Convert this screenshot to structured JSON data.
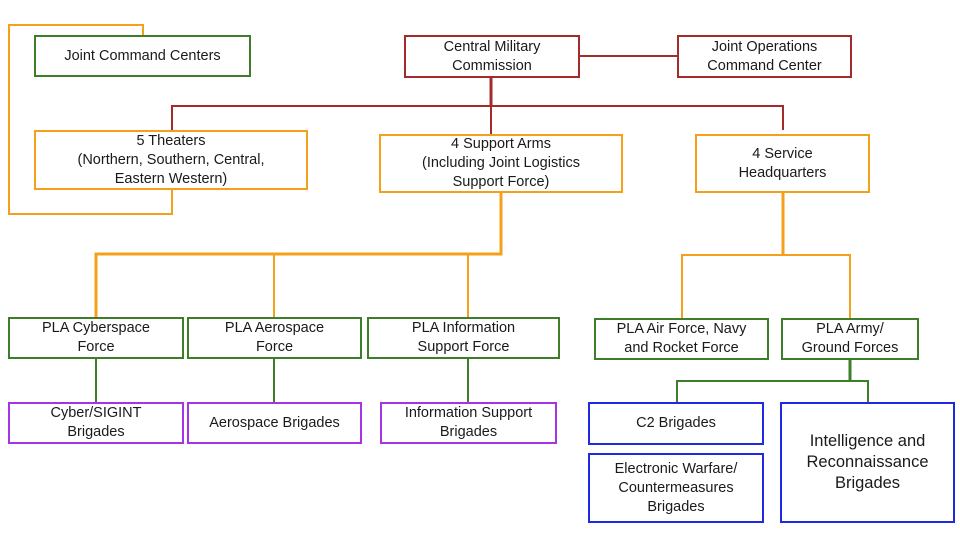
{
  "diagram": {
    "title": "PLA Command Structure",
    "colors": {
      "top_level": "#a52a2a",
      "second_level": "#f5a01a",
      "force_level": "#3e7d2a",
      "brigade_support_arms": "#a633e8",
      "brigade_ground_forces": "#1f29e0"
    },
    "nodes": {
      "cmc": "Central Military\nCommission",
      "joint_ops": "Joint Operations\nCommand Center",
      "joint_command_centers": "Joint Command Centers",
      "theaters": "5 Theaters\n(Northern, Southern, Central,\nEastern Western)",
      "support_arms": "4 Support Arms\n(Including Joint Logistics\nSupport Force)",
      "service_hq": "4 Service\nHeadquarters",
      "cyberspace_force": "PLA Cyberspace\nForce",
      "aerospace_force": "PLA Aerospace\nForce",
      "info_support_force": "PLA Information\nSupport Force",
      "air_navy_rocket": "PLA Air Force, Navy\nand Rocket Force",
      "army_ground": "PLA Army/\nGround Forces",
      "cyber_sigint_brigades": "Cyber/SIGINT\nBrigades",
      "aerospace_brigades": "Aerospace Brigades",
      "info_support_brigades": "Information Support\nBrigades",
      "c2_brigades": "C2 Brigades",
      "ew_brigades": "Electronic Warfare/\nCountermeasures\nBrigades",
      "intel_recon_brigades": "Intelligence and\nReconnaissance\nBrigades"
    }
  }
}
